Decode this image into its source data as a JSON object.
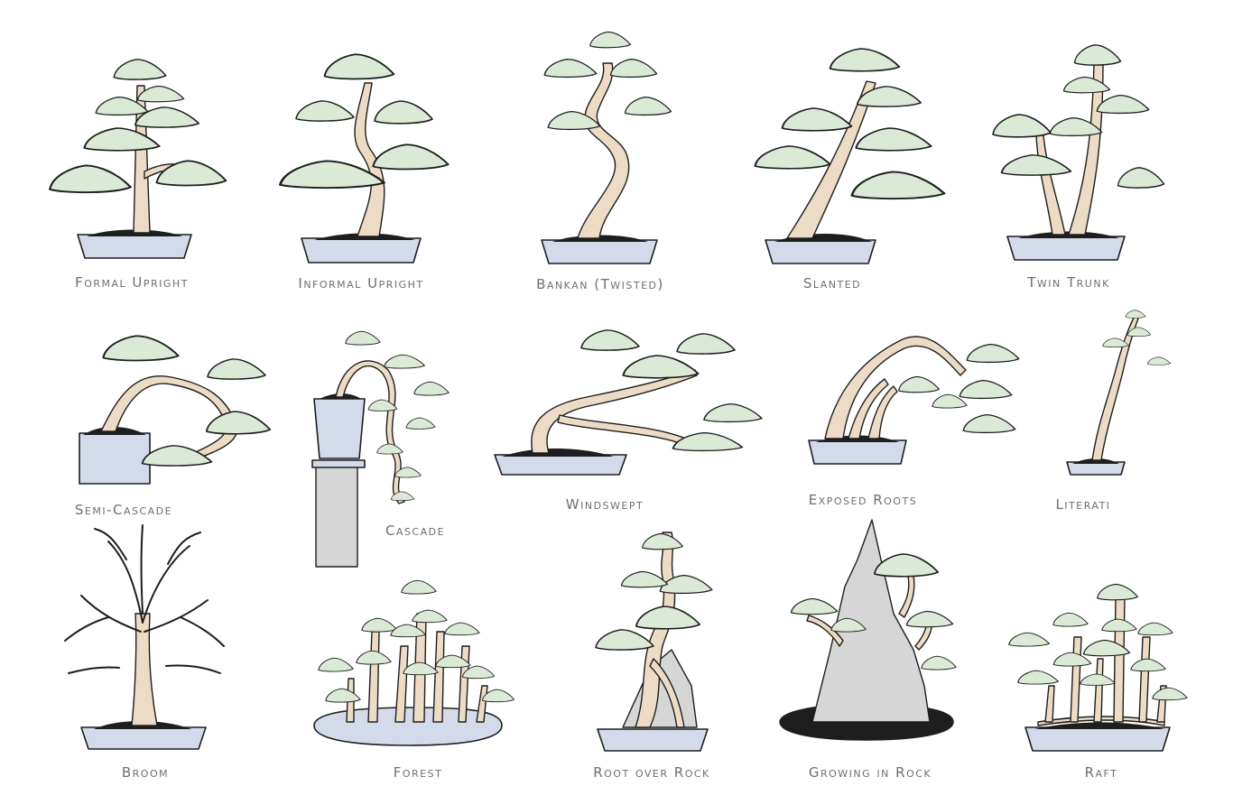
{
  "colors": {
    "foliage": "#dbe9d7",
    "trunk": "#ecdcc6",
    "pot": "#d3daea",
    "rock": "#d6d6d6",
    "outline": "#1e1e1e",
    "label": "#6e6e6e"
  },
  "styles": [
    {
      "id": "formal-upright",
      "label": "Formal Upright"
    },
    {
      "id": "informal-upright",
      "label": "Informal Upright"
    },
    {
      "id": "bankan-twisted",
      "label": "Bankan (Twisted)"
    },
    {
      "id": "slanted",
      "label": "Slanted"
    },
    {
      "id": "twin-trunk",
      "label": "Twin Trunk"
    },
    {
      "id": "semi-cascade",
      "label": "Semi-Cascade"
    },
    {
      "id": "cascade",
      "label": "Cascade"
    },
    {
      "id": "windswept",
      "label": "Windswept"
    },
    {
      "id": "exposed-roots",
      "label": "Exposed Roots"
    },
    {
      "id": "literati",
      "label": "Literati"
    },
    {
      "id": "broom",
      "label": "Broom"
    },
    {
      "id": "forest",
      "label": "Forest"
    },
    {
      "id": "root-over-rock",
      "label": "Root over Rock"
    },
    {
      "id": "growing-in-rock",
      "label": "Growing in Rock"
    },
    {
      "id": "raft",
      "label": "Raft"
    }
  ]
}
